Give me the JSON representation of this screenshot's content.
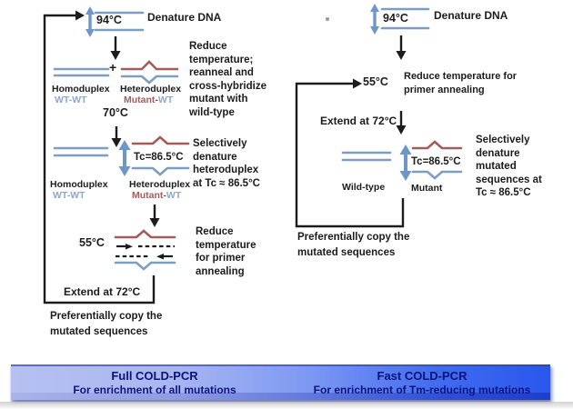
{
  "colors": {
    "ink": "#1c1c1c",
    "strand_blue": "#7e9dc3",
    "strand_red": "#a25d5b",
    "arrow_blue": "#6f96c8",
    "wt_text": "#90a8c8",
    "mutant_text": "#a25d5b",
    "banner_text": "#0d127b",
    "banner_light": "#b6c1f1",
    "banner_dark": "#2a57ec"
  },
  "left": {
    "denature": {
      "temp": "94°C",
      "label": "Denature DNA"
    },
    "note_reanneal": [
      "Reduce",
      "temperature;",
      "reanneal and",
      "cross-hybridize",
      "mutant with",
      "wild-type"
    ],
    "plus": "+",
    "homoduplex_title": "Homoduplex",
    "homoduplex_sub": "WT-WT",
    "heteroduplex_title": "Heteroduplex",
    "het_sub": {
      "mutant": "Mutant",
      "dash": "-",
      "wt": "WT"
    },
    "temp_70": "70°C",
    "tc_label": "Tc=86.5°C",
    "note_selective": [
      "Selectively",
      "denature",
      "heteroduplex",
      "at Tc ≈ 86.5°C"
    ],
    "temp_55": "55°C",
    "note_anneal": [
      "Reduce",
      "temperature",
      "for primer",
      "annealing"
    ],
    "extend_label": "Extend at 72°C",
    "loop_note": [
      "Preferentially copy the",
      "mutated sequences"
    ]
  },
  "right": {
    "denature": {
      "temp": "94°C",
      "label": "Denature DNA"
    },
    "temp_55": "55°C",
    "note_anneal": [
      "Reduce temperature for",
      "primer annealing"
    ],
    "extend_label": "Extend at 72°C",
    "wildtype_label": "Wild-type",
    "mutant_label": "Mutant",
    "tc_label": "Tc=86.5°C",
    "note_selective": [
      "Selectively",
      "denature",
      "mutated",
      "sequences at",
      "Tc ≈ 86.5°C"
    ],
    "loop_note": [
      "Preferentially copy the",
      "mutated sequences"
    ]
  },
  "banner": {
    "full": {
      "title": "Full COLD-PCR",
      "subtitle": "For enrichment of all mutations"
    },
    "fast": {
      "title": "Fast COLD-PCR",
      "subtitle": "For enrichment of Tm-reducing mutations"
    }
  }
}
